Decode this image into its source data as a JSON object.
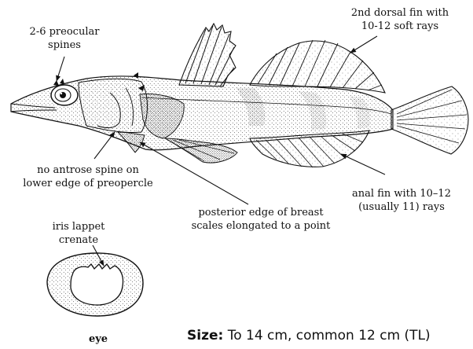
{
  "labels": {
    "preocular": [
      "2-6 preocular",
      "spines"
    ],
    "dorsal2": [
      "2nd dorsal fin with",
      "10-12 soft rays"
    ],
    "antrose": [
      "no antrose spine on",
      "lower edge of preopercle"
    ],
    "breast": [
      "posterior edge of breast",
      "scales elongated to a point"
    ],
    "anal": [
      "anal fin with 10–12",
      "(usually 11) rays"
    ],
    "iris": [
      "iris lappet",
      "crenate"
    ]
  },
  "eye_caption": "eye",
  "size": {
    "label": "Size:",
    "text": "To 14 cm, common 12 cm (TL)"
  },
  "colors": {
    "ink": "#111111",
    "background": "#ffffff"
  }
}
